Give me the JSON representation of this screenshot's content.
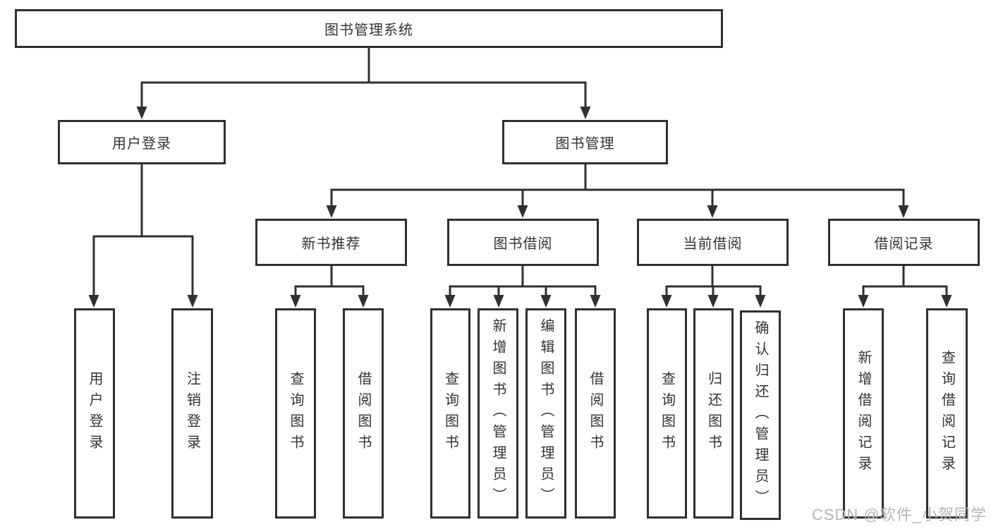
{
  "diagram": {
    "root": "图书管理系统",
    "user_login": {
      "label": "用户登录",
      "children": [
        "用户登录",
        "注销登录"
      ]
    },
    "book_manage": {
      "label": "图书管理",
      "groups": [
        {
          "label": "新书推荐",
          "children": [
            "查询图书",
            "借阅图书"
          ]
        },
        {
          "label": "图书借阅",
          "children": [
            "查询图书",
            "新增图书（管理员）",
            "编辑图书（管理员）",
            "借阅图书"
          ]
        },
        {
          "label": "当前借阅",
          "children": [
            "查询图书",
            "归还图书",
            "确认归还（管理员）"
          ]
        },
        {
          "label": "借阅记录",
          "children": [
            "新增借阅记录",
            "查询借阅记录"
          ]
        }
      ]
    },
    "watermark": "CSDN @软件_小贺同学",
    "colors": {
      "line": "#303030",
      "text": "#333333",
      "watermark": "#b5b5b5"
    }
  }
}
